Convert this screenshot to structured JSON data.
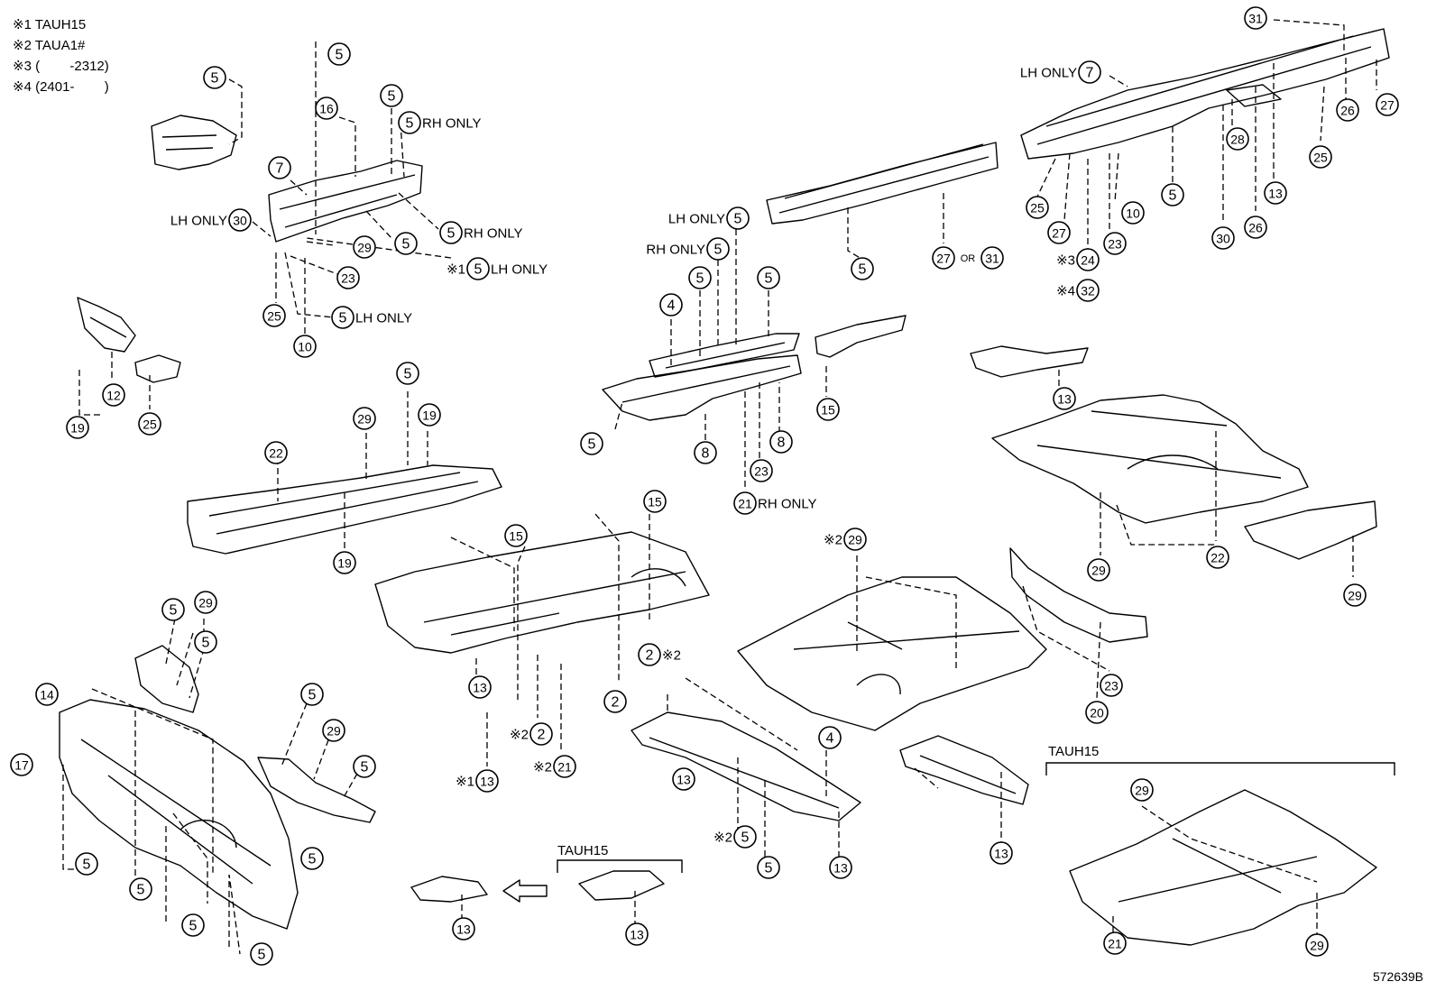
{
  "legend": [
    "※1 TAUH15",
    "※2 TAUA1#",
    "※3 (        -2312)",
    "※4 (2401-        )"
  ],
  "diagram_id": "572639B",
  "group_titles": [
    "TAUH15",
    "TAUH15"
  ],
  "marks": {
    "only_lh": "LH ONLY",
    "only_rh": "RH ONLY",
    "or": "OR",
    "note1": "※1",
    "note2": "※2",
    "note3": "※3",
    "note4": "※4"
  },
  "callouts": [
    {
      "id": "c1",
      "num": "5"
    },
    {
      "id": "c2",
      "num": "5"
    },
    {
      "id": "c3",
      "num": "16"
    },
    {
      "id": "c4",
      "num": "5"
    },
    {
      "id": "c5",
      "num": "5",
      "suffix": "RH ONLY"
    },
    {
      "id": "c6",
      "num": "7"
    },
    {
      "id": "c7",
      "num": "5",
      "suffix": "RH ONLY"
    },
    {
      "id": "c8",
      "num": "30",
      "prefix": "LH ONLY"
    },
    {
      "id": "c9",
      "num": "5"
    },
    {
      "id": "c10",
      "num": "29"
    },
    {
      "id": "c11",
      "num": "5",
      "prefix": "※1",
      "suffix": "LH ONLY"
    },
    {
      "id": "c12",
      "num": "23"
    },
    {
      "id": "c13",
      "num": "25"
    },
    {
      "id": "c14",
      "num": "5",
      "suffix": "LH ONLY"
    },
    {
      "id": "c15",
      "num": "10"
    },
    {
      "id": "c16",
      "num": "12"
    },
    {
      "id": "c17",
      "num": "19"
    },
    {
      "id": "c18",
      "num": "25"
    },
    {
      "id": "c19",
      "num": "5"
    },
    {
      "id": "c20",
      "num": "29"
    },
    {
      "id": "c21",
      "num": "19"
    },
    {
      "id": "c22",
      "num": "22"
    },
    {
      "id": "c23",
      "num": "19"
    },
    {
      "id": "c24",
      "num": "5",
      "prefix": "LH ONLY"
    },
    {
      "id": "c25",
      "num": "5",
      "prefix": "RH ONLY"
    },
    {
      "id": "c26",
      "num": "4"
    },
    {
      "id": "c27",
      "num": "5"
    },
    {
      "id": "c28",
      "num": "5"
    },
    {
      "id": "c29",
      "num": "5"
    },
    {
      "id": "c30",
      "num": "8"
    },
    {
      "id": "c31",
      "num": "8"
    },
    {
      "id": "c32",
      "num": "23"
    },
    {
      "id": "c33",
      "num": "21",
      "suffix": "RH ONLY"
    },
    {
      "id": "c34",
      "num": "15"
    },
    {
      "id": "c35",
      "num": "5"
    },
    {
      "id": "c36",
      "num": "27"
    },
    {
      "id": "c37",
      "num": "31"
    },
    {
      "id": "c38",
      "num": "7",
      "prefix": "LH ONLY"
    },
    {
      "id": "c39",
      "num": "31"
    },
    {
      "id": "c40",
      "num": "26"
    },
    {
      "id": "c41",
      "num": "27"
    },
    {
      "id": "c42",
      "num": "28"
    },
    {
      "id": "c43",
      "num": "25"
    },
    {
      "id": "c44",
      "num": "5"
    },
    {
      "id": "c45",
      "num": "13"
    },
    {
      "id": "c46",
      "num": "25"
    },
    {
      "id": "c47",
      "num": "27"
    },
    {
      "id": "c48",
      "num": "10"
    },
    {
      "id": "c49",
      "num": "23"
    },
    {
      "id": "c50",
      "num": "30"
    },
    {
      "id": "c51",
      "num": "26"
    },
    {
      "id": "c52",
      "num": "24",
      "prefix": "※3"
    },
    {
      "id": "c53",
      "num": "32",
      "prefix": "※4"
    },
    {
      "id": "c54",
      "num": "13"
    },
    {
      "id": "c55",
      "num": "29"
    },
    {
      "id": "c56",
      "num": "22"
    },
    {
      "id": "c57",
      "num": "29"
    },
    {
      "id": "c58",
      "num": "15"
    },
    {
      "id": "c59",
      "num": "15"
    },
    {
      "id": "c60",
      "num": "2",
      "suffix": "※2"
    },
    {
      "id": "c61",
      "num": "2"
    },
    {
      "id": "c62",
      "num": "13"
    },
    {
      "id": "c63",
      "num": "2",
      "prefix": "※2"
    },
    {
      "id": "c64",
      "num": "13",
      "prefix": "※1"
    },
    {
      "id": "c65",
      "num": "21",
      "prefix": "※2"
    },
    {
      "id": "c66",
      "num": "29",
      "prefix": "※2"
    },
    {
      "id": "c67",
      "num": "23"
    },
    {
      "id": "c68",
      "num": "20"
    },
    {
      "id": "c69",
      "num": "5"
    },
    {
      "id": "c70",
      "num": "29"
    },
    {
      "id": "c71",
      "num": "5"
    },
    {
      "id": "c72",
      "num": "14"
    },
    {
      "id": "c73",
      "num": "17"
    },
    {
      "id": "c74",
      "num": "5"
    },
    {
      "id": "c75",
      "num": "5"
    },
    {
      "id": "c76",
      "num": "5"
    },
    {
      "id": "c77",
      "num": "5"
    },
    {
      "id": "c78",
      "num": "5"
    },
    {
      "id": "c79",
      "num": "5"
    },
    {
      "id": "c80",
      "num": "29"
    },
    {
      "id": "c81",
      "num": "5"
    },
    {
      "id": "c82",
      "num": "4"
    },
    {
      "id": "c83",
      "num": "13"
    },
    {
      "id": "c84",
      "num": "5",
      "prefix": "※2"
    },
    {
      "id": "c85",
      "num": "5"
    },
    {
      "id": "c86",
      "num": "13"
    },
    {
      "id": "c87",
      "num": "13"
    },
    {
      "id": "c88",
      "num": "13"
    },
    {
      "id": "c89",
      "num": "13"
    },
    {
      "id": "c90",
      "num": "29"
    },
    {
      "id": "c91",
      "num": "21"
    },
    {
      "id": "c92",
      "num": "29"
    }
  ]
}
